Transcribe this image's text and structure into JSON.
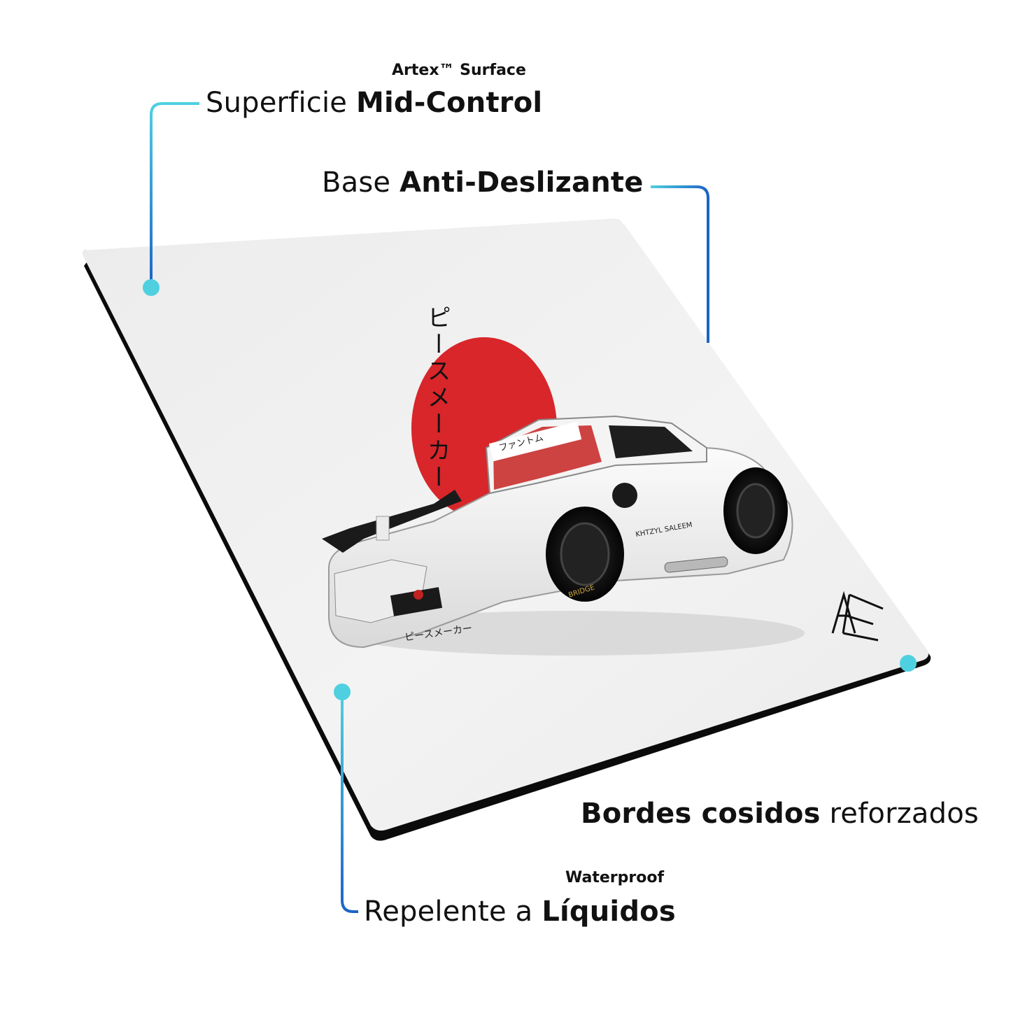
{
  "labels": {
    "artex": "Artex™ Surface",
    "surface_normal": "Superficie ",
    "surface_bold": "Mid-Control",
    "base_normal": "Base ",
    "base_bold": "Anti-Deslizante",
    "bordes_bold": "Bordes cosidos",
    "bordes_normal": " reforzados",
    "waterproof": "Waterproof",
    "repel_normal": "Repelente a ",
    "repel_bold": "Líquidos"
  },
  "artwork": {
    "vertical_text": "ピースメーカー",
    "roof_text": "ファントム",
    "bumper_text": "ピースメーカー",
    "door_text": "KHTZYL SALEEM",
    "tire_text": "BRIDGE",
    "logo_text": "AE"
  },
  "colors": {
    "accent_cyan": "#4fd0e0",
    "accent_blue": "#1b63c7",
    "sun_red": "#d8262a",
    "text": "#111111"
  },
  "icons": [
    "callout-dot-icon",
    "ae-logo-icon"
  ]
}
